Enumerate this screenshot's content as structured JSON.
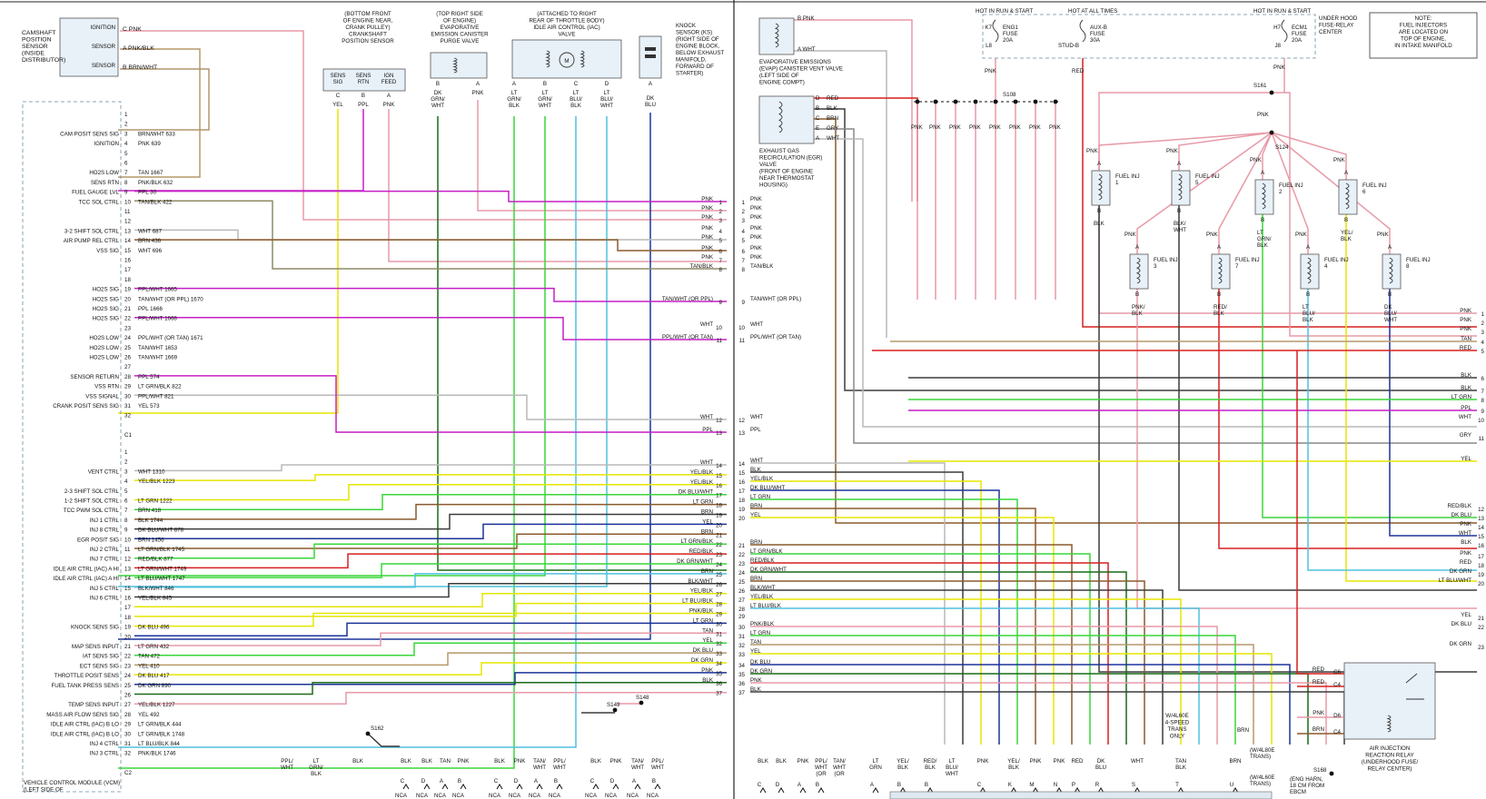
{
  "colors": {
    "PNK": "#e79aa7",
    "RED": "#d71f1f",
    "BLK": "#3b3b3b",
    "WHT": "#b9b9b9",
    "YEL": "#e5e500",
    "PPL": "#c51fc5",
    "TAN": "#b5986a",
    "BRN": "#8a5a2b",
    "GRN": "#39d639",
    "LBLU": "#4fc1df",
    "DBLU": "#1b3399",
    "DGRN": "#196b19",
    "TAN_BLK": "#8f8a66",
    "BRN_WHT": "#b0956e",
    "GRY": "#888888"
  },
  "left_panel": {
    "components": [
      {
        "id": "cam",
        "lines": [
          "CAMSHAFT",
          "POSITION",
          "SENSOR",
          "(INSIDE",
          "DISTRIBUTOR)"
        ]
      },
      {
        "id": "ckp",
        "lines": [
          "(BOTTOM FRONT",
          "OF ENGINE NEAR,",
          "CRANK PULLEY)",
          "CRANKSHAFT",
          "POSITION SENSOR"
        ]
      },
      {
        "id": "evap",
        "lines": [
          "(TOP RIGHT SIDE",
          "OF ENGINE)",
          "EVAPORATIVE",
          "EMISSION CANISTER",
          "PURGE VALVE"
        ]
      },
      {
        "id": "iac",
        "lines": [
          "(ATTACHED TO RIGHT",
          "REAR OF THROTTLE BODY)",
          "IDLE AIR CONTROL (IAC)",
          "VALVE"
        ]
      },
      {
        "id": "ks",
        "lines": [
          "KNOCK",
          "SENSOR (KS)",
          "(RIGHT SIDE OF",
          "ENGINE BLOCK,",
          "BELOW EXHAUST",
          "MANIFOLD,",
          "FORWARD OF",
          "STARTER)"
        ]
      }
    ],
    "cam_pins": [
      {
        "label": "IGNITION FEED",
        "pin": "C",
        "wire": "PNK"
      },
      {
        "label": "SENSOR RETURN",
        "pin": "A",
        "wire": "PNK/BLK"
      },
      {
        "label": "SENSOR SIGNAL",
        "pin": "B",
        "wire": "BRN/WHT"
      }
    ],
    "ckp_pins": [
      {
        "label": "SENS SIG",
        "pin": "C",
        "wire": "YEL"
      },
      {
        "label": "SENS RTN",
        "pin": "B",
        "wire": "PPL"
      },
      {
        "label": "IGN FEED",
        "pin": "A",
        "wire": "PNK"
      }
    ],
    "evap_pins": [
      {
        "pin": "B",
        "wire": "DK GRN/ WHT"
      },
      {
        "pin": "A",
        "wire": "PNK"
      }
    ],
    "iac_pins": [
      {
        "pin": "A",
        "wire": "LT GRN/ BLK"
      },
      {
        "pin": "B",
        "wire": "LT GRN/ WHT"
      },
      {
        "pin": "C",
        "wire": "LT BLU/ BLK"
      },
      {
        "pin": "D",
        "wire": "LT BLU/ WHT"
      }
    ],
    "ks_pins": [
      {
        "pin": "A",
        "wire": "DK BLU"
      }
    ],
    "vcm_title": [
      "VEHICLE CONTROL MODULE (VCM)",
      "(LEFT SIDE OF"
    ],
    "c1_rows": [
      {
        "p": "1",
        "f": "",
        "w": ""
      },
      {
        "p": "2",
        "f": "",
        "w": ""
      },
      {
        "p": "3",
        "f": "CAM POSIT SENS SIG",
        "w": "BRN/WHT  633"
      },
      {
        "p": "4",
        "f": "IGNITION",
        "w": "PNK  639"
      },
      {
        "p": "5",
        "f": "",
        "w": ""
      },
      {
        "p": "6",
        "f": "",
        "w": ""
      },
      {
        "p": "7",
        "f": "HO2S LOW",
        "w": "TAN  1667"
      },
      {
        "p": "8",
        "f": "SENS RTN",
        "w": "PNK/BLK  632"
      },
      {
        "p": "9",
        "f": "FUEL GAUGE LVL",
        "w": "PPL  30"
      },
      {
        "p": "10",
        "f": "TCC SOL CTRL",
        "w": "TAN/BLK  422"
      },
      {
        "p": "11",
        "f": "",
        "w": ""
      },
      {
        "p": "12",
        "f": "",
        "w": ""
      },
      {
        "p": "13",
        "f": "3-2 SHIFT SOL CTRL",
        "w": "WHT  687"
      },
      {
        "p": "14",
        "f": "AIR PUMP REL CTRL",
        "w": "BRN  436"
      },
      {
        "p": "15",
        "f": "VSS SIG",
        "w": "WHT  696"
      },
      {
        "p": "16",
        "f": "",
        "w": ""
      },
      {
        "p": "17",
        "f": "",
        "w": ""
      },
      {
        "p": "18",
        "f": "",
        "w": ""
      },
      {
        "p": "19",
        "f": "HO2S SIG",
        "w": "PPL/WHT  1665"
      },
      {
        "p": "20",
        "f": "HO2S SIG",
        "w": "TAN/WHT (OR PPL)  1670"
      },
      {
        "p": "21",
        "f": "HO2S SIG",
        "w": "PPL  1666"
      },
      {
        "p": "22",
        "f": "HO2S SIG",
        "w": "PPL/WHT  1668"
      },
      {
        "p": "23",
        "f": "",
        "w": ""
      },
      {
        "p": "24",
        "f": "HO2S LOW",
        "w": "PPL/WHT (OR TAN)  1671"
      },
      {
        "p": "25",
        "f": "HO2S LOW",
        "w": "TAN/WHT  1653"
      },
      {
        "p": "26",
        "f": "HO2S LOW",
        "w": "TAN/WHT  1669"
      },
      {
        "p": "27",
        "f": "",
        "w": ""
      },
      {
        "p": "28",
        "f": "SENSOR RETURN",
        "w": "PPL  574"
      },
      {
        "p": "29",
        "f": "VSS RTN",
        "w": "LT GRN/BLK  822"
      },
      {
        "p": "30",
        "f": "VSS SIGNAL",
        "w": "PPL/WHT  821"
      },
      {
        "p": "31",
        "f": "CRANK POSIT SENS SIG",
        "w": "YEL  573"
      },
      {
        "p": "32",
        "f": "",
        "w": ""
      }
    ],
    "c1_label": "C1",
    "c2_rows": [
      {
        "p": "1",
        "f": "",
        "w": ""
      },
      {
        "p": "2",
        "f": "",
        "w": ""
      },
      {
        "p": "3",
        "f": "VENT CTRL",
        "w": "WHT  1310"
      },
      {
        "p": "4",
        "f": "",
        "w": "YEL/BLK  1223"
      },
      {
        "p": "5",
        "f": "2-3 SHIFT SOL CTRL",
        "w": ""
      },
      {
        "p": "6",
        "f": "1-2 SHIFT SOL CTRL",
        "w": "LT GRN  1222"
      },
      {
        "p": "7",
        "f": "TCC PWM SOL CTRL",
        "w": "BRN  418"
      },
      {
        "p": "8",
        "f": "INJ 1 CTRL",
        "w": "BLK  1744"
      },
      {
        "p": "9",
        "f": "INJ 8 CTRL",
        "w": "DK BLU/WHT  878"
      },
      {
        "p": "10",
        "f": "EGR POSIT SIG",
        "w": "BRN  1456"
      },
      {
        "p": "11",
        "f": "INJ 2 CTRL",
        "w": "LT GRN/BLK  1745"
      },
      {
        "p": "12",
        "f": "INJ 7 CTRL",
        "w": "RED/BLK  877"
      },
      {
        "p": "13",
        "f": "IDLE AIR CTRL (IAC) A HI",
        "w": "LT GRN/WHT  1749"
      },
      {
        "p": "14",
        "f": "IDLE AIR CTRL (IAC) A HI",
        "w": "LT BLU/WHT  1747"
      },
      {
        "p": "15",
        "f": "INJ 5 CTRL",
        "w": "BLK/WHT  846"
      },
      {
        "p": "16",
        "f": "INJ 6 CTRL",
        "w": "YEL/BLK  845"
      },
      {
        "p": "17",
        "f": "",
        "w": ""
      },
      {
        "p": "18",
        "f": "",
        "w": ""
      },
      {
        "p": "19",
        "f": "KNOCK SENS SIG",
        "w": "DK BLU  496"
      },
      {
        "p": "20",
        "f": "",
        "w": ""
      },
      {
        "p": "21",
        "f": "MAP SENS INPUT",
        "w": "LT GRN  432"
      },
      {
        "p": "22",
        "f": "IAT SENS SIG",
        "w": "TAN  472"
      },
      {
        "p": "23",
        "f": "ECT SENS SIG",
        "w": "YEL  410"
      },
      {
        "p": "24",
        "f": "THROTTLE POSIT SENS",
        "w": "DK BLU  417"
      },
      {
        "p": "25",
        "f": "FUEL TANK PRESS SENS",
        "w": "DK GRN  890"
      },
      {
        "p": "26",
        "f": "",
        "w": ""
      },
      {
        "p": "27",
        "f": "TEMP SENS INPUT",
        "w": "YEL/BLK  1227"
      },
      {
        "p": "28",
        "f": "MASS AIR FLOW SENS SIG",
        "w": "YEL  492"
      },
      {
        "p": "29",
        "f": "IDLE AIR CTRL (IAC) B LO",
        "w": "LT GRN/BLK  444"
      },
      {
        "p": "30",
        "f": "IDLE AIR CTRL (IAC) B LO",
        "w": "LT GRN/BLK  1748"
      },
      {
        "p": "31",
        "f": "INJ 4 CTRL",
        "w": "LT BLU/BLK  844"
      },
      {
        "p": "32",
        "f": "INJ 3 CTRL",
        "w": "PNK/BLK  1746"
      }
    ],
    "c2_label": "C2",
    "right_numbers_top": [
      {
        "n": "1",
        "w": "PNK"
      },
      {
        "n": "2",
        "w": "PNK"
      },
      {
        "n": "3",
        "w": "PNK"
      },
      {
        "n": "4",
        "w": "PNK"
      },
      {
        "n": "5",
        "w": "PNK"
      },
      {
        "n": "6",
        "w": "PNK"
      },
      {
        "n": "7",
        "w": "PNK"
      },
      {
        "n": "8",
        "w": "TAN/BLK"
      },
      {
        "n": "9",
        "w": "TAN/WHT (OR PPL)"
      },
      {
        "n": "10",
        "w": "WHT"
      },
      {
        "n": "11",
        "w": "PPL/WHT (OR TAN)"
      },
      {
        "n": "12",
        "w": "WHT"
      },
      {
        "n": "13",
        "w": "PPL"
      }
    ],
    "right_numbers_bottom": [
      {
        "n": "14",
        "w": "WHT"
      },
      {
        "n": "15",
        "w": "YEL/BLK"
      },
      {
        "n": "16",
        "w": "YEL/BLK"
      },
      {
        "n": "17",
        "w": "DK BLU/WHT"
      },
      {
        "n": "18",
        "w": "LT GRN"
      },
      {
        "n": "19",
        "w": "BRN"
      },
      {
        "n": "20",
        "w": "YEL"
      },
      {
        "n": "21",
        "w": "BRN"
      },
      {
        "n": "22",
        "w": "LT GRN/BLK"
      },
      {
        "n": "23",
        "w": "RED/BLK"
      },
      {
        "n": "24",
        "w": "DK GRN/WHT"
      },
      {
        "n": "25",
        "w": "BRN"
      },
      {
        "n": "26",
        "w": "BLK/WHT"
      },
      {
        "n": "27",
        "w": "YEL/BLK"
      },
      {
        "n": "28",
        "w": "LT BLU/BLK"
      },
      {
        "n": "29",
        "w": "PNK/BLK"
      },
      {
        "n": "30",
        "w": "LT GRN"
      },
      {
        "n": "31",
        "w": "TAN"
      },
      {
        "n": "32",
        "w": "YEL"
      },
      {
        "n": "33",
        "w": "DK BLU"
      },
      {
        "n": "34",
        "w": "DK GRN"
      },
      {
        "n": "35",
        "w": "PNK"
      },
      {
        "n": "36",
        "w": "BLK"
      },
      {
        "n": "37",
        "w": ""
      }
    ],
    "splices": [
      "S149",
      "S148",
      "S162"
    ],
    "bottom_wires": [
      {
        "t": "PPL/ WHT",
        "p": ""
      },
      {
        "t": "LT GRN/ BLK",
        "p": ""
      },
      {
        "t": "BLK",
        "p": ""
      },
      {
        "t": "BLK",
        "p": "C"
      },
      {
        "t": "BLK",
        "p": "D"
      },
      {
        "t": "TAN",
        "p": "A"
      },
      {
        "t": "PNK",
        "p": "B"
      },
      {
        "t": "BLK",
        "p": "C"
      },
      {
        "t": "PNK",
        "p": "D"
      },
      {
        "t": "TAN/ WHT",
        "p": "A"
      },
      {
        "t": "PPL/ WHT",
        "p": "B"
      },
      {
        "t": "BLK",
        "p": "C"
      },
      {
        "t": "PNK",
        "p": "D"
      },
      {
        "t": "TAN/ WHT",
        "p": "A"
      },
      {
        "t": "PPL/ WHT",
        "p": "B"
      }
    ],
    "nca": "NCA"
  },
  "right_panel": {
    "evap_vent": [
      "EVAPORATIVE EMISSIONS",
      "(EVAP) CANISTER VENT VALVE",
      "(LEFT SIDE OF",
      "ENGINE COMPT)"
    ],
    "evap_vent_pins": [
      {
        "pin": "B",
        "wire": "PNK"
      },
      {
        "pin": "A",
        "wire": "WHT"
      }
    ],
    "egr": [
      "EXHAUST GAS",
      "RECIRCULATION (EGR)",
      "VALVE",
      "(FRONT OF ENGINE",
      "NEAR THERMOSTAT",
      "HOUSING)"
    ],
    "egr_pins": [
      {
        "pin": "D",
        "wire": "RED"
      },
      {
        "pin": "B",
        "wire": "BLK"
      },
      {
        "pin": "C",
        "wire": "BRN"
      },
      {
        "pin": "E",
        "wire": "GRY"
      },
      {
        "pin": "A",
        "wire": "WHT"
      }
    ],
    "hot_labels": [
      "HOT IN RUN & START",
      "HOT AT ALL TIMES",
      "HOT IN RUN & START"
    ],
    "fuses": [
      {
        "pos": "K7",
        "name": "ENG1 FUSE 20A",
        "pin": "L8"
      },
      {
        "pos": "",
        "name": "AUX-B FUSE 30A",
        "pin": "STUD-B"
      },
      {
        "pos": "H7",
        "name": "ECM1 FUSE 20A",
        "pin": "J8"
      }
    ],
    "fuse_center": [
      "UNDER HOOD",
      "FUSE-RELAY",
      "CENTER"
    ],
    "note": [
      "NOTE:",
      "FUEL INJECTORS",
      "ARE LOCATED ON",
      "TOP OF ENGINE,",
      "IN INTAKE MANIFOLD"
    ],
    "splices": [
      "S108",
      "S161",
      "S124",
      "S168"
    ],
    "injectors": [
      {
        "name": "FUEL INJ 1",
        "top": "PNK",
        "bot": "BLK"
      },
      {
        "name": "FUEL INJ 5",
        "top": "PNK",
        "bot": "BLK/ WHT"
      },
      {
        "name": "FUEL INJ 2",
        "top": "PNK",
        "bot": "LT GRN/ BLK"
      },
      {
        "name": "FUEL INJ 6",
        "top": "PNK",
        "bot": "YEL/ BLK"
      },
      {
        "name": "FUEL INJ 3",
        "top": "PNK",
        "bot": "PNK/ BLK"
      },
      {
        "name": "FUEL INJ 7",
        "top": "PNK",
        "bot": "RED/ BLK"
      },
      {
        "name": "FUEL INJ 4",
        "top": "PNK",
        "bot": "LT BLU/ BLK"
      },
      {
        "name": "FUEL INJ 8",
        "top": "PNK",
        "bot": "DK BLU/ WHT"
      }
    ],
    "left_numbers": [
      {
        "n": "1",
        "w": "PNK"
      },
      {
        "n": "2",
        "w": "PNK"
      },
      {
        "n": "3",
        "w": "PNK"
      },
      {
        "n": "4",
        "w": "PNK"
      },
      {
        "n": "5",
        "w": "PNK"
      },
      {
        "n": "6",
        "w": "PNK"
      },
      {
        "n": "7",
        "w": "PNK"
      },
      {
        "n": "8",
        "w": "TAN/BLK"
      },
      {
        "n": "9",
        "w": "TAN/WHT (OR PPL)"
      },
      {
        "n": "10",
        "w": "WHT"
      },
      {
        "n": "11",
        "w": "PPL/WHT (OR TAN)"
      },
      {
        "n": "12",
        "w": "WHT"
      },
      {
        "n": "13",
        "w": "PPL"
      },
      {
        "n": "14",
        "w": "WHT"
      },
      {
        "n": "15",
        "w": "BLK"
      },
      {
        "n": "16",
        "w": "YEL/BLK"
      },
      {
        "n": "17",
        "w": "DK BLU/WHT"
      },
      {
        "n": "18",
        "w": "LT GRN"
      },
      {
        "n": "19",
        "w": "BRN"
      },
      {
        "n": "20",
        "w": "YEL"
      },
      {
        "n": "21",
        "w": "BRN"
      },
      {
        "n": "22",
        "w": "LT GRN/BLK"
      },
      {
        "n": "23",
        "w": "RED/BLK"
      },
      {
        "n": "24",
        "w": "DK GRN/WHT"
      },
      {
        "n": "25",
        "w": "BRN"
      },
      {
        "n": "26",
        "w": "BLK/WHT"
      },
      {
        "n": "27",
        "w": "YEL/BLK"
      },
      {
        "n": "28",
        "w": "LT BLU/BLK"
      },
      {
        "n": "29",
        "w": ""
      },
      {
        "n": "30",
        "w": "PNK/BLK"
      },
      {
        "n": "31",
        "w": "LT GRN"
      },
      {
        "n": "32",
        "w": "TAN"
      },
      {
        "n": "33",
        "w": "YEL"
      },
      {
        "n": "34",
        "w": "DK BLU"
      },
      {
        "n": "35",
        "w": "DK GRN"
      },
      {
        "n": "36",
        "w": "PNK"
      },
      {
        "n": "37",
        "w": "BLK"
      }
    ],
    "right_numbers": [
      {
        "n": "1",
        "w": "PNK"
      },
      {
        "n": "2",
        "w": "PNK"
      },
      {
        "n": "3",
        "w": "PNK"
      },
      {
        "n": "4",
        "w": "TAN"
      },
      {
        "n": "5",
        "w": "RED"
      },
      {
        "n": "6",
        "w": "BLK"
      },
      {
        "n": "7",
        "w": "BLK"
      },
      {
        "n": "8",
        "w": "LT GRN"
      },
      {
        "n": "9",
        "w": "PPL"
      },
      {
        "n": "10",
        "w": "WHT"
      },
      {
        "n": "11",
        "w": "GRY"
      },
      {
        "n": "",
        "w": "YEL"
      },
      {
        "n": "12",
        "w": "RED/BLK"
      },
      {
        "n": "13",
        "w": "DK BLU"
      },
      {
        "n": "14",
        "w": "PNK"
      },
      {
        "n": "15",
        "w": "WHT"
      },
      {
        "n": "16",
        "w": "BLK"
      },
      {
        "n": "17",
        "w": "PNK"
      },
      {
        "n": "18",
        "w": "RED"
      },
      {
        "n": "19",
        "w": "DK GRN"
      },
      {
        "n": "20",
        "w": "LT BLU/WHT"
      },
      {
        "n": "21",
        "w": "YEL"
      },
      {
        "n": "22",
        "w": "DK BLU"
      },
      {
        "n": "23",
        "w": "DK GRN"
      }
    ],
    "air_relay": [
      "AIR INJECTION",
      "REACTION RELAY",
      "(UNDERHOOD FUSE/",
      "RELAY CENTER)"
    ],
    "air_relay_pins": [
      {
        "pin": "C6",
        "wire": "RED"
      },
      {
        "pin": "C4",
        "wire": "RED"
      },
      {
        "pin": "D6",
        "wire": "PNK"
      },
      {
        "pin": "C4",
        "wire": "BRN"
      }
    ],
    "trans": [
      "W/4L60E",
      "4-SPEED",
      "TRANS",
      "ONLY"
    ],
    "trans_wires": [
      "TAN BLK",
      "BRN"
    ],
    "w4l80": [
      "(W/4L80E",
      "TRANS)",
      "(W/4L60E",
      "TRANS)"
    ],
    "harness": [
      "(ENG HARN,",
      "18 CM FROM",
      "EBCM"
    ],
    "bottom_wires": [
      {
        "t": "BLK",
        "p": "C"
      },
      {
        "t": "BLK",
        "p": "D"
      },
      {
        "t": "PNK",
        "p": "A"
      },
      {
        "t": "PPL/ WHT (OR TAN)",
        "p": "B"
      },
      {
        "t": "TAN/ WHT (OR PPL)",
        "p": ""
      },
      {
        "t": "LT GRN",
        "p": "A"
      },
      {
        "t": "YEL/ BLK",
        "p": "B"
      },
      {
        "t": "RED/ BLK",
        "p": "B"
      },
      {
        "t": "LT BLU/ WHT",
        "p": ""
      },
      {
        "t": "PNK",
        "p": "C"
      },
      {
        "t": "YEL/ BLK",
        "p": "K"
      },
      {
        "t": "PNK",
        "p": "M"
      },
      {
        "t": "PNK",
        "p": "N"
      },
      {
        "t": "RED",
        "p": "P"
      },
      {
        "t": "DK BLU",
        "p": "R"
      },
      {
        "t": "WHT",
        "p": "S"
      },
      {
        "t": "TAN BLK",
        "p": "T"
      },
      {
        "t": "BRN",
        "p": "U"
      }
    ]
  }
}
